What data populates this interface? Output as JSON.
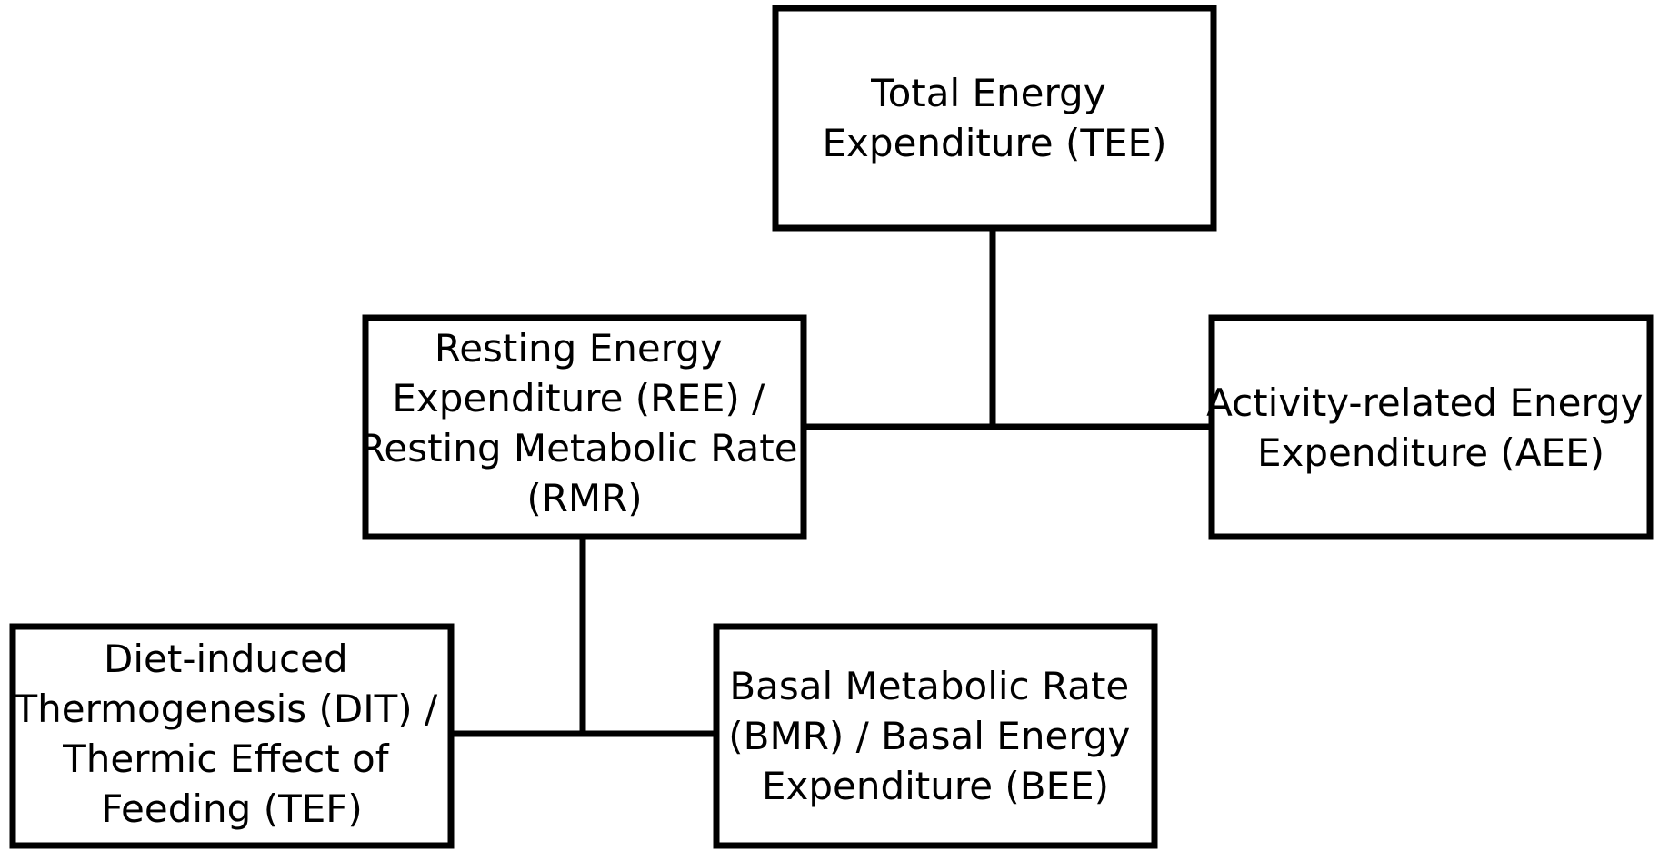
{
  "diagram": {
    "nodes": {
      "tee": {
        "lines": [
          "Total Energy",
          "Expenditure (TEE)"
        ]
      },
      "ree": {
        "lines": [
          "Resting Energy",
          "Expenditure (REE) /",
          "Resting Metabolic Rate",
          "(RMR)"
        ]
      },
      "aee": {
        "lines": [
          "Activity-related Energy",
          "Expenditure (AEE)"
        ]
      },
      "dit": {
        "lines": [
          "Diet-induced",
          "Thermogenesis (DIT) /",
          "Thermic Effect of",
          "Feeding (TEF)"
        ]
      },
      "bmr": {
        "lines": [
          "Basal Metabolic Rate",
          "(BMR) / Basal Energy",
          "Expenditure (BEE)"
        ]
      }
    },
    "colors": {
      "stroke": "#000000",
      "background": "#ffffff"
    }
  }
}
